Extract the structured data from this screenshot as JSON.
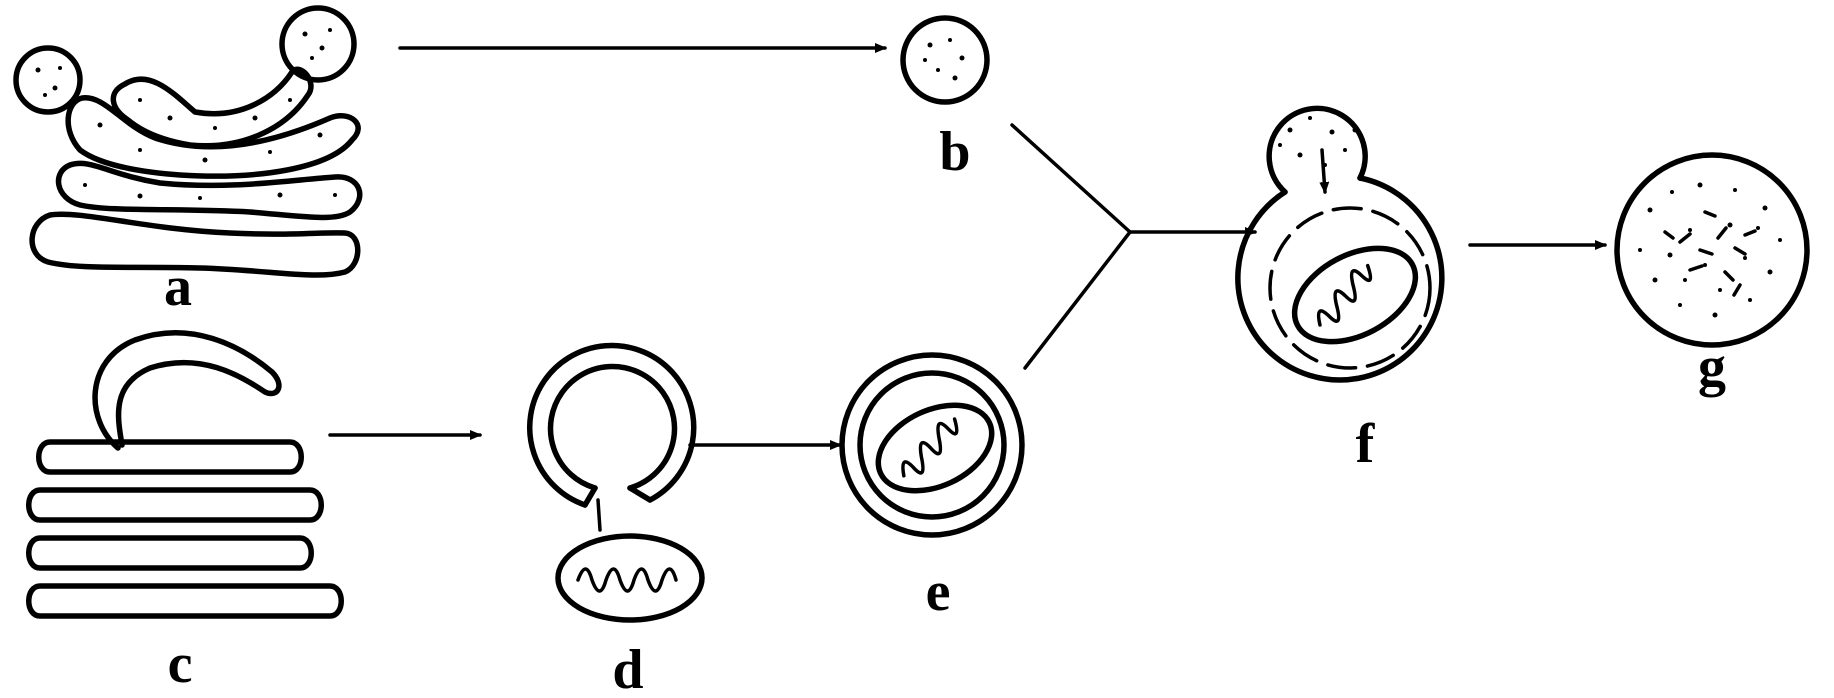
{
  "figure": {
    "labels": {
      "a": "a",
      "b": "b",
      "c": "c",
      "d": "d",
      "e": "e",
      "f": "f",
      "g": "g"
    }
  },
  "colors": {
    "ink": "#000000",
    "background": "#ffffff"
  }
}
